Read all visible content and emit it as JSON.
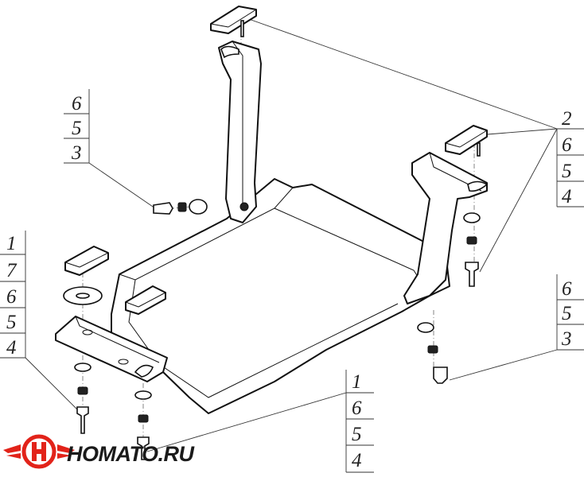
{
  "callouts": {
    "top_left": [
      "6",
      "5",
      "3"
    ],
    "top_right": [
      "2",
      "6",
      "5",
      "4"
    ],
    "left": [
      "1",
      "7",
      "6",
      "5",
      "4"
    ],
    "right": [
      "6",
      "5",
      "3"
    ],
    "bottom": [
      "1",
      "6",
      "5",
      "4"
    ]
  },
  "logo": {
    "text": "HOMATO.RU",
    "colors": {
      "ring": "#e2231a",
      "wing": "#e2231a",
      "text": "#1a1a1a"
    }
  }
}
